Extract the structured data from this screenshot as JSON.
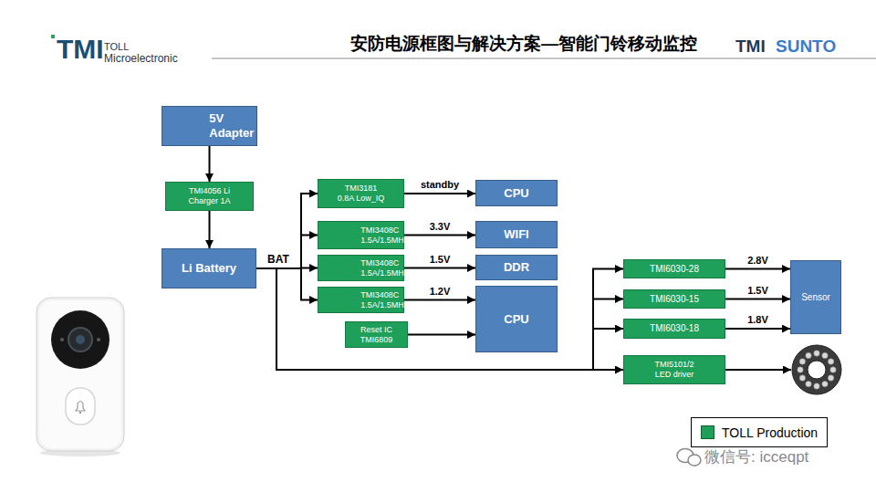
{
  "diagram": {
    "title": "安防电源框图与解决方案—智能门铃移动监控",
    "nodes": [
      {
        "text": [
          "5V Adapter"
        ]
      },
      {
        "text": [
          "TMI4056 Li Charger 1A"
        ]
      },
      {
        "text": [
          "Li Battery"
        ]
      },
      {
        "text": [
          "TMI3181 0.8A Low_IQ"
        ]
      },
      {
        "text": [
          "CPU"
        ]
      },
      {
        "text": [
          "TMI3408C 1.5A/1.5MHz"
        ]
      },
      {
        "text": [
          "WIFI"
        ]
      },
      {
        "text": [
          "TMI3408C 1.5A/1.5MHz"
        ]
      },
      {
        "text": [
          "DDR"
        ]
      },
      {
        "text": [
          "TMI3408C 1.5A/1.5MHz"
        ]
      },
      {
        "text": [
          "CPU"
        ]
      },
      {
        "text": [
          "Reset IC TMI6809"
        ]
      },
      {
        "text": [
          "TMI6030-28"
        ]
      },
      {
        "text": [
          "Sensor"
        ]
      },
      {
        "text": [
          "TMI6030-15"
        ]
      },
      {
        "text": [
          "TMI6030-18"
        ]
      },
      {
        "text": [
          "TMI5101/2 LED driver"
        ]
      }
    ],
    "edges": [
      {
        "from": 0,
        "to": 1,
        "arrow": "to"
      },
      {
        "from": 1,
        "to": 2,
        "arrow": "to"
      },
      {
        "from": 2,
        "to": 3,
        "arrow": "to"
      },
      {
        "from": 2,
        "to": 5,
        "arrow": "to"
      },
      {
        "from": 2,
        "to": 7,
        "arrow": "to"
      },
      {
        "from": 2,
        "to": 9,
        "arrow": "to"
      },
      {
        "from": 3,
        "to": 4,
        "label": "standby",
        "arrow": "to"
      },
      {
        "from": 5,
        "to": 6,
        "label": "3.3V",
        "arrow": "to"
      },
      {
        "from": 7,
        "to": 8,
        "label": "1.5V",
        "arrow": "to"
      },
      {
        "from": 9,
        "to": 10,
        "label": "1.2V",
        "arrow": "to"
      },
      {
        "from": 11,
        "to": 10,
        "arrow": "to"
      },
      {
        "from": 2,
        "to": 12,
        "arrow": "to"
      },
      {
        "from": 2,
        "to": 14,
        "arrow": "to"
      },
      {
        "from": 2,
        "to": 15,
        "arrow": "to"
      },
      {
        "from": 2,
        "to": 16,
        "arrow": "to"
      },
      {
        "from": 12,
        "to": 13,
        "label": "2.8V",
        "arrow": "to"
      },
      {
        "from": 14,
        "to": 13,
        "label": "1.5V",
        "arrow": "to"
      },
      {
        "from": 15,
        "to": 13,
        "label": "1.8V",
        "arrow": "to"
      }
    ],
    "labels": [
      "TMI",
      "TOLL",
      "Microelectronic",
      "TMI",
      "SUNTO",
      "BAT",
      "微信号: icceqpt"
    ],
    "legend": [
      {
        "text": "TOLL Production",
        "color": "#1fa05a"
      }
    ]
  }
}
